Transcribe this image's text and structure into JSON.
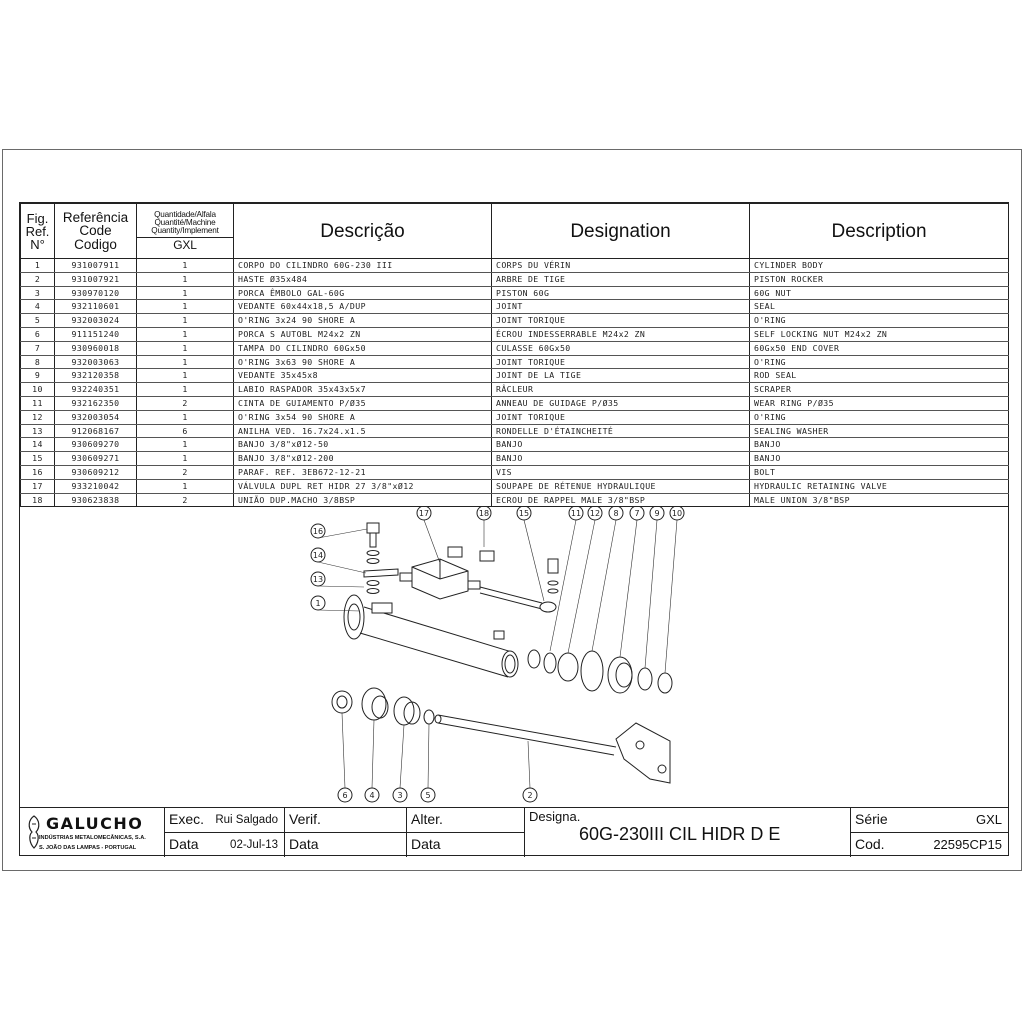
{
  "header": {
    "fig": [
      "Fig.",
      "Ref.",
      "N°"
    ],
    "reference": [
      "Referência",
      "Code",
      "Codigo"
    ],
    "quantity": [
      "Quantidade/Alfala",
      "Quantité/Machine",
      "Quantity/Implement"
    ],
    "quantity_sub": "GXL",
    "descricao": "Descrição",
    "designation": "Designation",
    "description": "Description"
  },
  "parts": [
    {
      "fig": "1",
      "code": "931007911",
      "qty": "1",
      "pt": "CORPO DO CILINDRO 60G-230 III",
      "fr": "CORPS DU VÉRIN",
      "en": "CYLINDER BODY"
    },
    {
      "fig": "2",
      "code": "931007921",
      "qty": "1",
      "pt": "HASTE Ø35x484",
      "fr": "ARBRE DE TIGE",
      "en": "PISTON ROCKER"
    },
    {
      "fig": "3",
      "code": "930970120",
      "qty": "1",
      "pt": "PORCA ÊMBOLO GAL-60G",
      "fr": "PISTON 60G",
      "en": "60G NUT"
    },
    {
      "fig": "4",
      "code": "932110601",
      "qty": "1",
      "pt": "VEDANTE 60x44x18,5 A/DUP",
      "fr": "JOINT",
      "en": "SEAL"
    },
    {
      "fig": "5",
      "code": "932003024",
      "qty": "1",
      "pt": "O'RING 3x24 90 SHORE A",
      "fr": "JOINT TORIQUE",
      "en": "O'RING"
    },
    {
      "fig": "6",
      "code": "911151240",
      "qty": "1",
      "pt": "PORCA S AUTOBL M24x2  ZN",
      "fr": "ÉCROU INDESSERRABLE M24x2 ZN",
      "en": "SELF LOCKING NUT M24x2 ZN"
    },
    {
      "fig": "7",
      "code": "930960018",
      "qty": "1",
      "pt": "TAMPA DO CILINDRO 60Gx50",
      "fr": "CULASSE 60Gx50",
      "en": "60Gx50 END COVER"
    },
    {
      "fig": "8",
      "code": "932003063",
      "qty": "1",
      "pt": "O'RING 3x63 90 SHORE A",
      "fr": "JOINT TORIQUE",
      "en": "O'RING"
    },
    {
      "fig": "9",
      "code": "932120358",
      "qty": "1",
      "pt": "VEDANTE 35x45x8",
      "fr": "JOINT DE LA TIGE",
      "en": "ROD SEAL"
    },
    {
      "fig": "10",
      "code": "932240351",
      "qty": "1",
      "pt": "LABIO RASPADOR 35x43x5x7",
      "fr": "RÂCLEUR",
      "en": "SCRAPER"
    },
    {
      "fig": "11",
      "code": "932162350",
      "qty": "2",
      "pt": "CINTA DE GUIAMENTO P/Ø35",
      "fr": "ANNEAU DE GUIDAGE P/Ø35",
      "en": "WEAR RING P/Ø35"
    },
    {
      "fig": "12",
      "code": "932003054",
      "qty": "1",
      "pt": "O'RING 3x54 90 SHORE A",
      "fr": "JOINT TORIQUE",
      "en": "O'RING"
    },
    {
      "fig": "13",
      "code": "912068167",
      "qty": "6",
      "pt": "ANILHA VED. 16.7x24.x1.5",
      "fr": "RONDELLE D'ÉTAINCHEITÉ",
      "en": "SEALING WASHER"
    },
    {
      "fig": "14",
      "code": "930609270",
      "qty": "1",
      "pt": "BANJO 3/8\"xØ12-50",
      "fr": "BANJO",
      "en": "BANJO"
    },
    {
      "fig": "15",
      "code": "930609271",
      "qty": "1",
      "pt": "BANJO 3/8\"xØ12-200",
      "fr": "BANJO",
      "en": "BANJO"
    },
    {
      "fig": "16",
      "code": "930609212",
      "qty": "2",
      "pt": "PARAF. REF. 3EB672-12-21",
      "fr": "VIS",
      "en": "BOLT"
    },
    {
      "fig": "17",
      "code": "933210042",
      "qty": "1",
      "pt": "VÁLVULA DUPL RET HIDR 27 3/8\"xØ12",
      "fr": "SOUPAPE DE RÉTENUE HYDRAULIQUE",
      "en": "HYDRAULIC RETAINING VALVE"
    },
    {
      "fig": "18",
      "code": "930623838",
      "qty": "2",
      "pt": "UNIÃO DUP.MACHO 3/8BSP",
      "fr": "ECROU DE RAPPEL MALE 3/8\"BSP",
      "en": "MALE UNION 3/8\"BSP"
    }
  ],
  "balloons": [
    "16",
    "14",
    "13",
    "1",
    "17",
    "18",
    "15",
    "11",
    "12",
    "8",
    "7",
    "9",
    "10",
    "6",
    "4",
    "3",
    "5",
    "2"
  ],
  "title_block": {
    "company": "GALUCHO",
    "company_line1": "INDÚSTRIAS METALOMECÂNICAS, S.A.",
    "company_line2": "S. JOÃO DAS LAMPAS - PORTUGAL",
    "exec_label": "Exec.",
    "exec_value": "Rui Salgado",
    "date_label": "Data",
    "date_value": "02-Jul-13",
    "verif_label": "Verif.",
    "verif_date_label": "Data",
    "alter_label": "Alter.",
    "alter_date_label": "Data",
    "designa_label": "Designa.",
    "designa_value": "60G-230III CIL HIDR D E",
    "serie_label": "Série",
    "serie_value": "GXL",
    "cod_label": "Cod.",
    "cod_value": "22595CP15"
  }
}
